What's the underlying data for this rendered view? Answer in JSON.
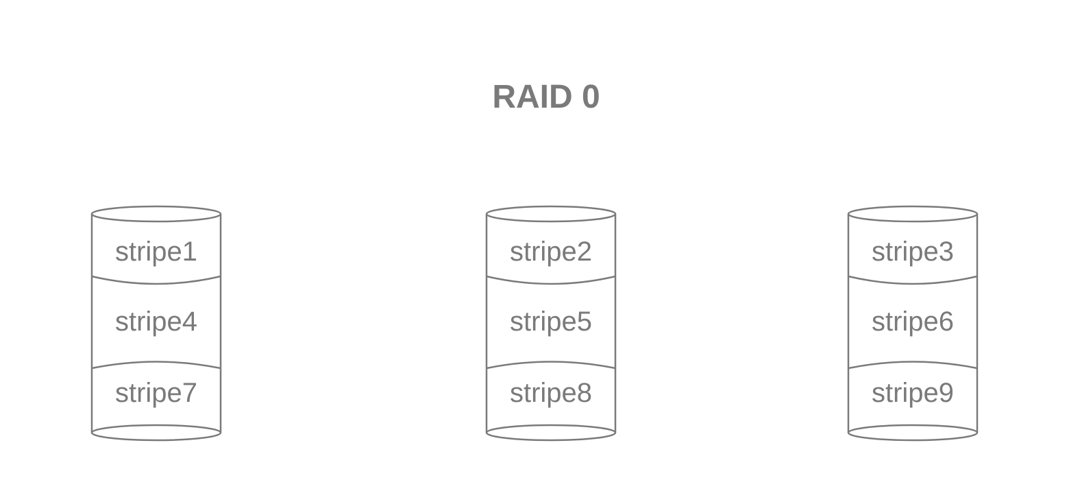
{
  "title": "RAID 0",
  "colors": {
    "stroke": "#7a7a7a",
    "text": "#7a7a7a",
    "background": "#ffffff"
  },
  "disks": [
    {
      "stripes": [
        "stripe1",
        "stripe4",
        "stripe7"
      ]
    },
    {
      "stripes": [
        "stripe2",
        "stripe5",
        "stripe8"
      ]
    },
    {
      "stripes": [
        "stripe3",
        "stripe6",
        "stripe9"
      ]
    }
  ]
}
